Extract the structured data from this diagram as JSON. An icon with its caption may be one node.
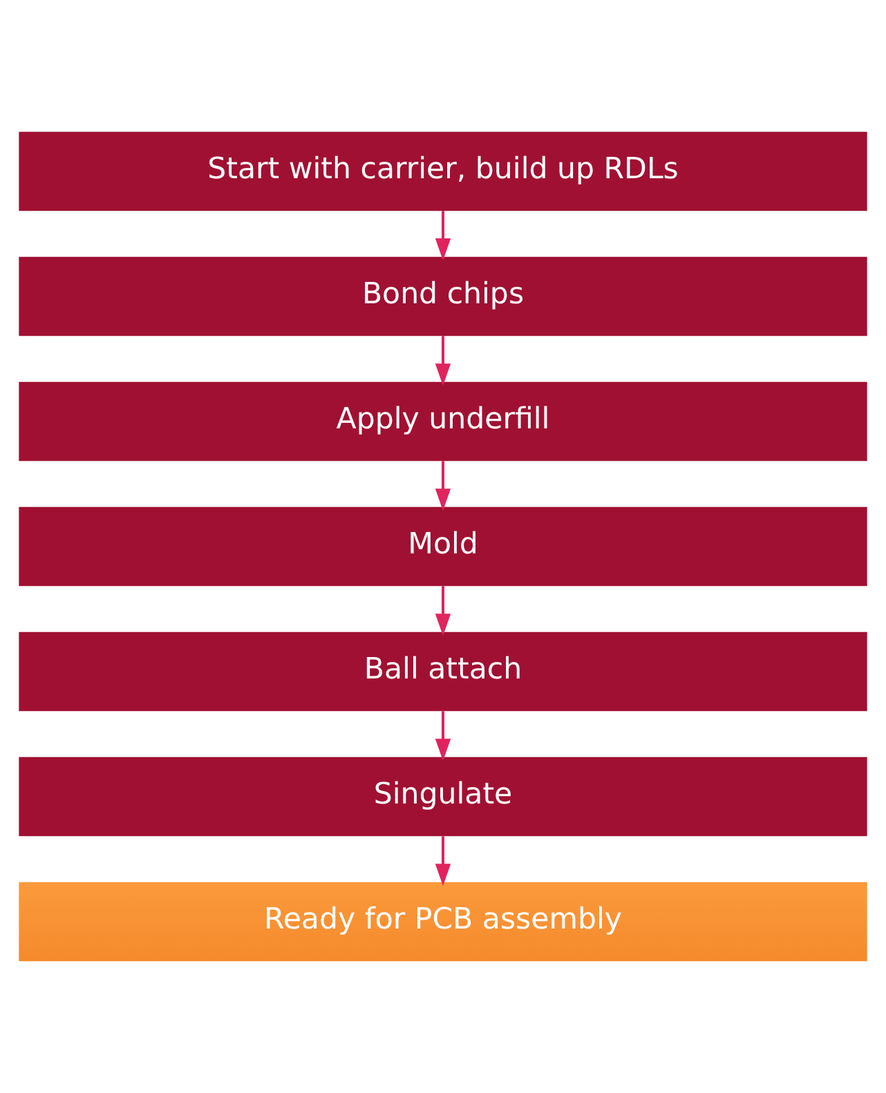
{
  "diagram": {
    "nodes": [
      {
        "text": [
          "Start with carrier, build up RDLs"
        ]
      },
      {
        "text": [
          "Bond chips"
        ]
      },
      {
        "text": [
          "Apply underfill"
        ]
      },
      {
        "text": [
          "Mold"
        ]
      },
      {
        "text": [
          "Ball attach"
        ]
      },
      {
        "text": [
          "Singulate"
        ]
      },
      {
        "text": [
          "Ready for PCB assembly"
        ]
      }
    ],
    "edges": [
      {
        "from": 0,
        "to": 1,
        "arrow": "to"
      },
      {
        "from": 1,
        "to": 2,
        "arrow": "to"
      },
      {
        "from": 2,
        "to": 3,
        "arrow": "to"
      },
      {
        "from": 3,
        "to": 4,
        "arrow": "to"
      },
      {
        "from": 4,
        "to": 5,
        "arrow": "to"
      },
      {
        "from": 5,
        "to": 6,
        "arrow": "to"
      }
    ]
  }
}
